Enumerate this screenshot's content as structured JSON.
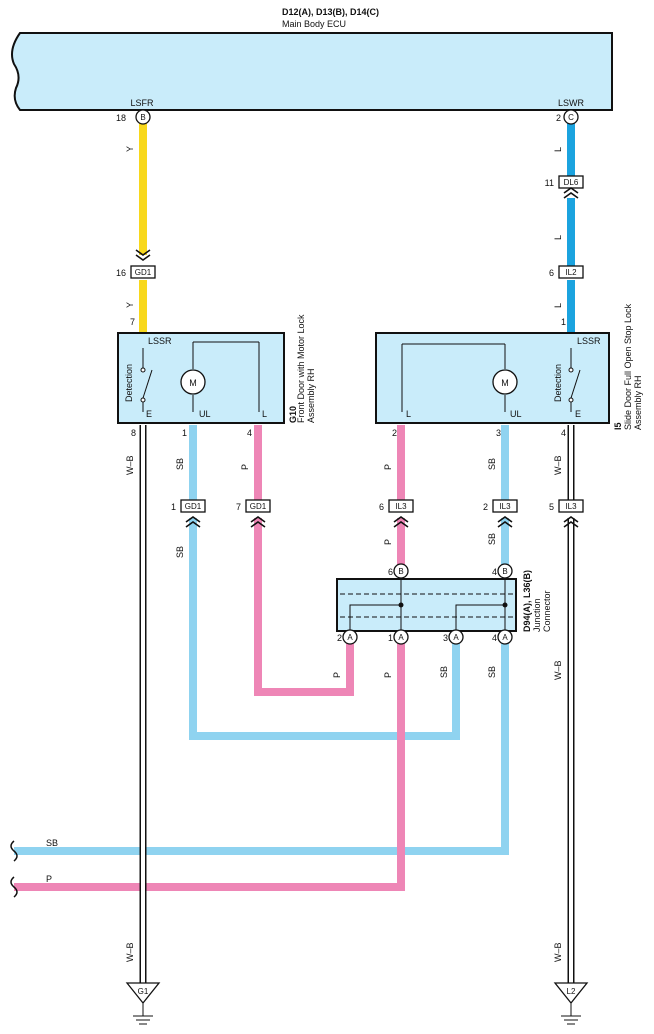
{
  "ecu": {
    "code": "D12(A), D13(B), D14(C)",
    "name": "Main Body ECU",
    "terminal_left": "LSFR",
    "terminal_right": "LSWR",
    "pin_left": "18",
    "pin_left_conn": "B",
    "pin_right": "2",
    "pin_right_conn": "C"
  },
  "left_conn_dl": {
    "pin": "11",
    "name": "DL6"
  },
  "conn_gd1_top": {
    "pin": "16",
    "name": "GD1"
  },
  "conn_il2": {
    "pin": "6",
    "name": "IL2"
  },
  "left_assembly": {
    "code": "G10",
    "name_line1": "Front Door with Motor Lock",
    "name_line2": "Assembly RH",
    "term_top": "LSSR",
    "term_e": "E",
    "term_ul": "UL",
    "term_l": "L",
    "detection": "Detection",
    "motor": "M",
    "pin_top": "7",
    "pin_e": "8",
    "pin_ul": "1",
    "pin_l": "4"
  },
  "right_assembly": {
    "code": "I5",
    "name_line1": "Slide Door Full Open Stop Lock",
    "name_line2": "Assembly RH",
    "term_top": "LSSR",
    "term_e": "E",
    "term_ul": "UL",
    "term_l": "L",
    "detection": "Detection",
    "motor": "M",
    "pin_top": "1",
    "pin_l": "2",
    "pin_ul": "3",
    "pin_e": "4"
  },
  "mid_connectors": [
    {
      "pin": "1",
      "name": "GD1"
    },
    {
      "pin": "7",
      "name": "GD1"
    },
    {
      "pin": "6",
      "name": "IL3"
    },
    {
      "pin": "2",
      "name": "IL3"
    },
    {
      "pin": "5",
      "name": "IL3"
    }
  ],
  "junction": {
    "code": "D94(A), L36(B)",
    "name_line1": "Junction",
    "name_line2": "Connector",
    "top_pins": [
      {
        "pin": "6",
        "conn": "B"
      },
      {
        "pin": "4",
        "conn": "B"
      }
    ],
    "bottom_pins": [
      {
        "pin": "2",
        "conn": "A"
      },
      {
        "pin": "1",
        "conn": "A"
      },
      {
        "pin": "3",
        "conn": "A"
      },
      {
        "pin": "4",
        "conn": "A"
      }
    ]
  },
  "wire_labels": {
    "yellow": "Y",
    "blue": "L",
    "sky": "SB",
    "pink": "P",
    "white_black": "W–B"
  },
  "grounds": [
    {
      "name": "G1"
    },
    {
      "name": "L2"
    }
  ],
  "colors": {
    "yellow": "#f8d81c",
    "blue": "#1ba3df",
    "sky": "#8fd3f0",
    "pink": "#ee86b6",
    "box_fill": "#c9ecfa",
    "white": "#ffffff",
    "black": "#111111"
  }
}
